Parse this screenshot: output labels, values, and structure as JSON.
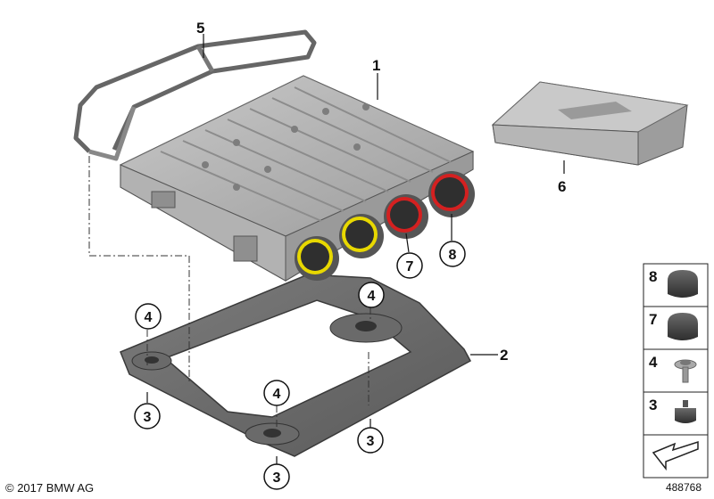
{
  "callouts": {
    "c1": "1",
    "c2": "2",
    "c3a": "3",
    "c3b": "3",
    "c3c": "3",
    "c4a": "4",
    "c4b": "4",
    "c4c": "4",
    "c5": "5",
    "c6": "6",
    "c7": "7",
    "c8": "8"
  },
  "legend": {
    "items": [
      {
        "label": "8",
        "icon": "rubber-cap-icon"
      },
      {
        "label": "7",
        "icon": "rubber-cap-icon"
      },
      {
        "label": "4",
        "icon": "flange-screw-icon"
      },
      {
        "label": "3",
        "icon": "rubber-buffer-icon"
      },
      {
        "label": "",
        "icon": "arrow-icon"
      }
    ]
  },
  "footer": {
    "copyright": "© 2017 BMW AG",
    "doc_id": "488768"
  },
  "colors": {
    "plug_yellow": "#e8d800",
    "plug_red": "#d42020",
    "housing": "#a9a9a9",
    "tray": "#6f6f6f"
  }
}
